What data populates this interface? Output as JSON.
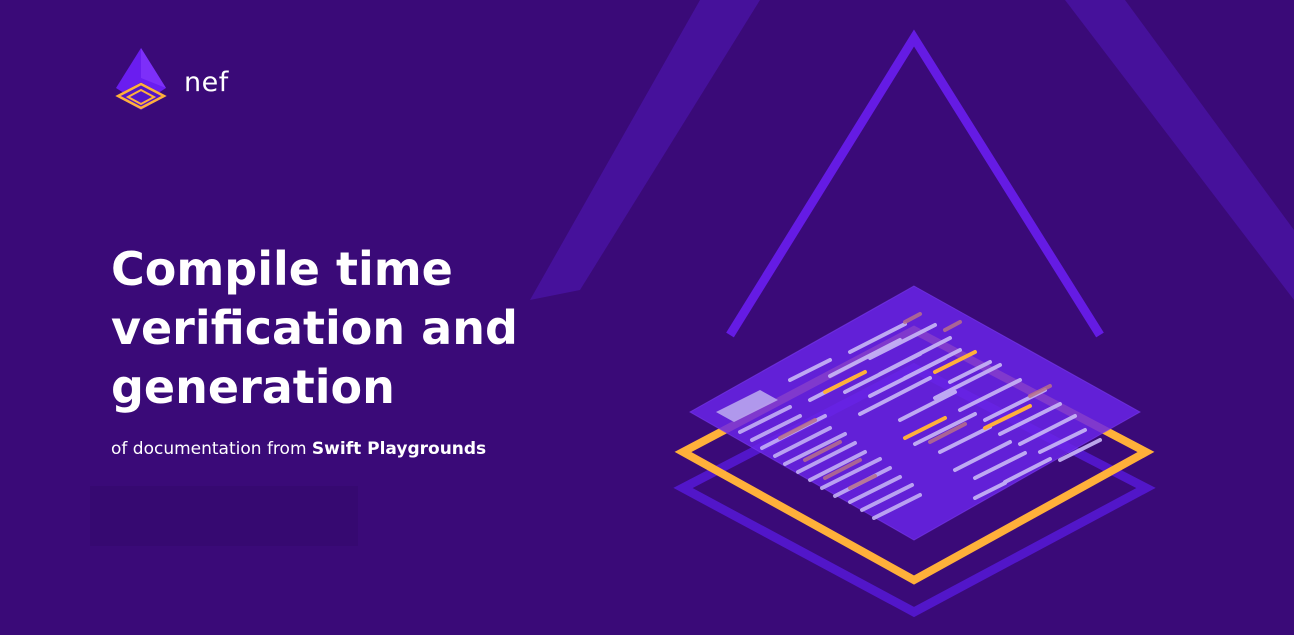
{
  "brand": {
    "name": "nef",
    "logo_icon": "nef-diamond-logo-icon"
  },
  "hero": {
    "headline": "Compile time\nverification and\ngeneration",
    "subline_prefix": "of documentation from ",
    "subline_emphasis": "Swift Playgrounds"
  },
  "colors": {
    "background": "#3a0a78",
    "accent": "#6a1df0",
    "highlight": "#ffb03a",
    "text": "#ffffff"
  },
  "illustration": {
    "name": "isometric-code-document-illustration"
  }
}
